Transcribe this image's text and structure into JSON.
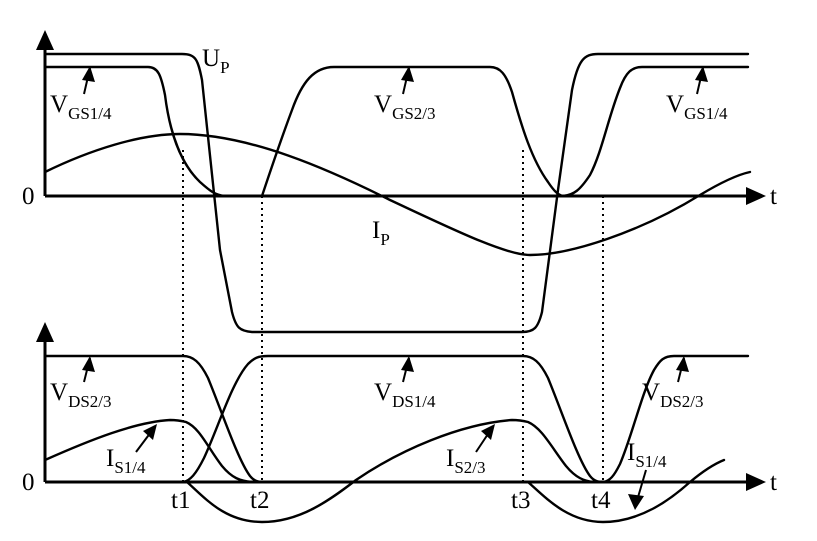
{
  "top_plot": {
    "zero": "0",
    "t_axis": "t",
    "labels": {
      "up": {
        "main": "U",
        "sub": "P"
      },
      "vgs14_left": {
        "main": "V",
        "sub": "GS1/4"
      },
      "vgs23": {
        "main": "V",
        "sub": "GS2/3"
      },
      "vgs14_right": {
        "main": "V",
        "sub": "GS1/4"
      },
      "ip": {
        "main": "I",
        "sub": "P"
      }
    }
  },
  "bottom_plot": {
    "zero": "0",
    "t_axis": "t",
    "labels": {
      "vds23_left": {
        "main": "V",
        "sub": "DS2/3"
      },
      "vds14": {
        "main": "V",
        "sub": "DS1/4"
      },
      "vds23_right": {
        "main": "V",
        "sub": "DS2/3"
      },
      "is14_left": {
        "main": "I",
        "sub": "S1/4"
      },
      "is23": {
        "main": "I",
        "sub": "S2/3"
      },
      "is14_right": {
        "main": "I",
        "sub": "S1/4"
      }
    },
    "time_markers": [
      "t1",
      "t2",
      "t3",
      "t4"
    ]
  }
}
